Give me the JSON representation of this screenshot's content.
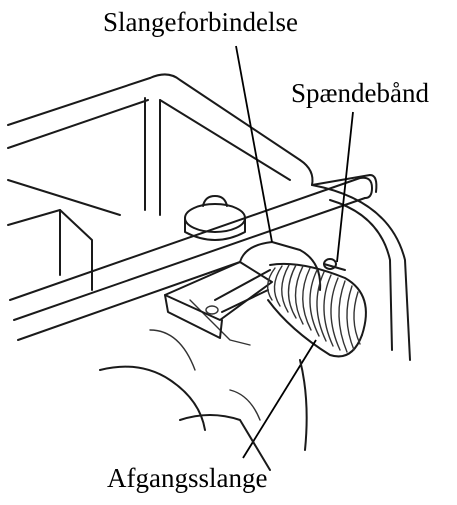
{
  "labels": {
    "hose_connection": "Slangeforbindelse",
    "hose_clamp": "Spændebånd",
    "discharge_hose": "Afgangsslange"
  },
  "colors": {
    "line": "#1a1a1a",
    "background": "#ffffff"
  }
}
